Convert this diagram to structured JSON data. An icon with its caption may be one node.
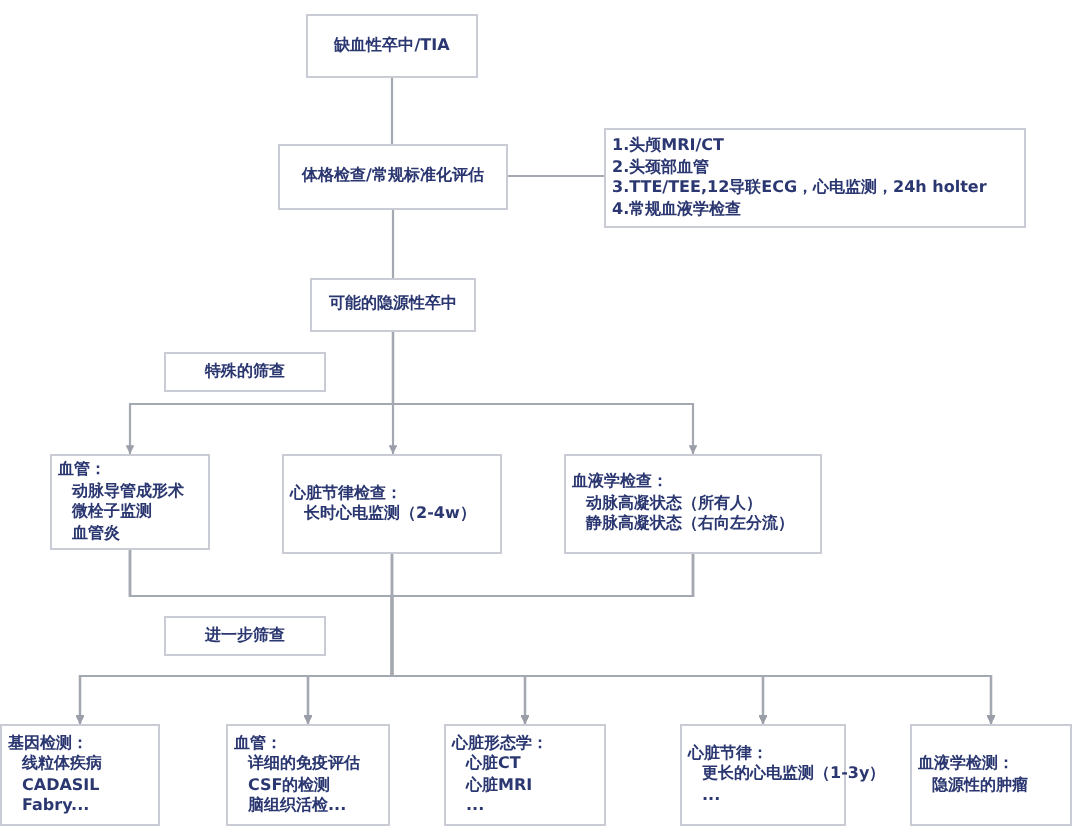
{
  "diagram": {
    "nodes": [
      {
        "text": [
          "缺血性卒中/TIA"
        ]
      },
      {
        "text": [
          "体格检查/常规标准化评估"
        ]
      },
      {
        "text": [
          "1.头颅MRI/CT",
          "2.头颈部血管",
          "3.TTE/TEE,12导联ECG，心电监测，24h holter",
          "4.常规血液学检查"
        ]
      },
      {
        "text": [
          "可能的隐源性卒中"
        ]
      },
      {
        "text": [
          "特殊的筛查"
        ]
      },
      {
        "text": [
          "血管：",
          "动脉导管成形术",
          "微栓子监测",
          "血管炎"
        ]
      },
      {
        "text": [
          "心脏节律检查：",
          "长时心电监测（2-4w）"
        ]
      },
      {
        "text": [
          "血液学检查：",
          "动脉高凝状态（所有人）",
          "静脉高凝状态（右向左分流）"
        ]
      },
      {
        "text": [
          "进一步筛查"
        ]
      },
      {
        "text": [
          "基因检测：",
          "线粒体疾病",
          "CADASIL",
          "Fabry..."
        ]
      },
      {
        "text": [
          "血管：",
          "详细的免疫评估",
          "CSF的检测",
          "脑组织活检..."
        ]
      },
      {
        "text": [
          "心脏形态学：",
          "心脏CT",
          "心脏MRI",
          "..."
        ]
      },
      {
        "text": [
          "心脏节律：",
          "更长的心电监测（1-3y）",
          "..."
        ]
      },
      {
        "text": [
          "血液学检测：",
          "隐源性的肿瘤"
        ]
      }
    ],
    "edges": [
      {
        "from": 0,
        "to": 1,
        "arrow": "none"
      },
      {
        "from": 1,
        "to": 2,
        "arrow": "none"
      },
      {
        "from": 1,
        "to": 3,
        "arrow": "none"
      },
      {
        "from": 3,
        "to": 5,
        "arrow": "to"
      },
      {
        "from": 3,
        "to": 6,
        "arrow": "to"
      },
      {
        "from": 3,
        "to": 7,
        "arrow": "to"
      },
      {
        "from": 5,
        "to": 9,
        "arrow": "to"
      },
      {
        "from": 5,
        "to": 10,
        "arrow": "to"
      },
      {
        "from": 5,
        "to": 11,
        "arrow": "to"
      },
      {
        "from": 5,
        "to": 12,
        "arrow": "to"
      },
      {
        "from": 5,
        "to": 13,
        "arrow": "to"
      },
      {
        "from": 6,
        "to": 9,
        "arrow": "to"
      },
      {
        "from": 6,
        "to": 10,
        "arrow": "to"
      },
      {
        "from": 6,
        "to": 11,
        "arrow": "to"
      },
      {
        "from": 6,
        "to": 12,
        "arrow": "to"
      },
      {
        "from": 6,
        "to": 13,
        "arrow": "to"
      },
      {
        "from": 7,
        "to": 9,
        "arrow": "to"
      },
      {
        "from": 7,
        "to": 10,
        "arrow": "to"
      },
      {
        "from": 7,
        "to": 11,
        "arrow": "to"
      },
      {
        "from": 7,
        "to": 12,
        "arrow": "to"
      },
      {
        "from": 7,
        "to": 13,
        "arrow": "to"
      }
    ]
  }
}
